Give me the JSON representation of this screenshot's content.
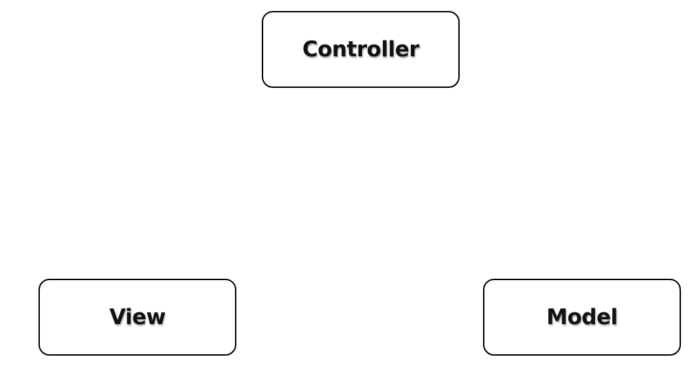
{
  "diagram": {
    "nodes": [
      {
        "id": "controller",
        "label": "Controller"
      },
      {
        "id": "view",
        "label": "View"
      },
      {
        "id": "model",
        "label": "Model"
      }
    ],
    "colors": {
      "background": "#ffffff",
      "border": "#000000",
      "text": "#111111"
    }
  }
}
